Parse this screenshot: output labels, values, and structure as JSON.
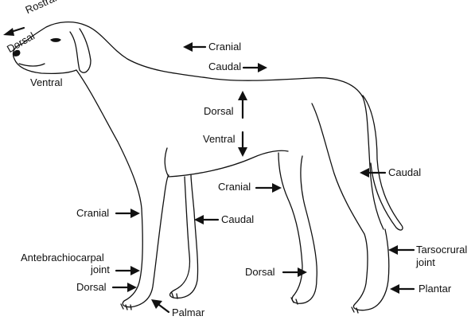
{
  "labels": {
    "rostral": "Rostral",
    "dorsal_head": "Dorsal",
    "ventral_head": "Ventral",
    "cranial_top": "Cranial",
    "caudal_top": "Caudal",
    "dorsal_back": "Dorsal",
    "ventral_belly": "Ventral",
    "caudal_tail": "Caudal",
    "cranial_hind": "Cranial",
    "cranial_fore": "Cranial",
    "caudal_fore": "Caudal",
    "antebrachiocarpal_1": "Antebrachiocarpal",
    "antebrachiocarpal_2": "joint",
    "tarsocrural_1": "Tarsocrural",
    "tarsocrural_2": "joint",
    "dorsal_fore_paw": "Dorsal",
    "dorsal_hind_paw": "Dorsal",
    "plantar": "Plantar",
    "palmar": "Palmar"
  },
  "colors": {
    "ink": "#111111",
    "background": "#ffffff"
  }
}
